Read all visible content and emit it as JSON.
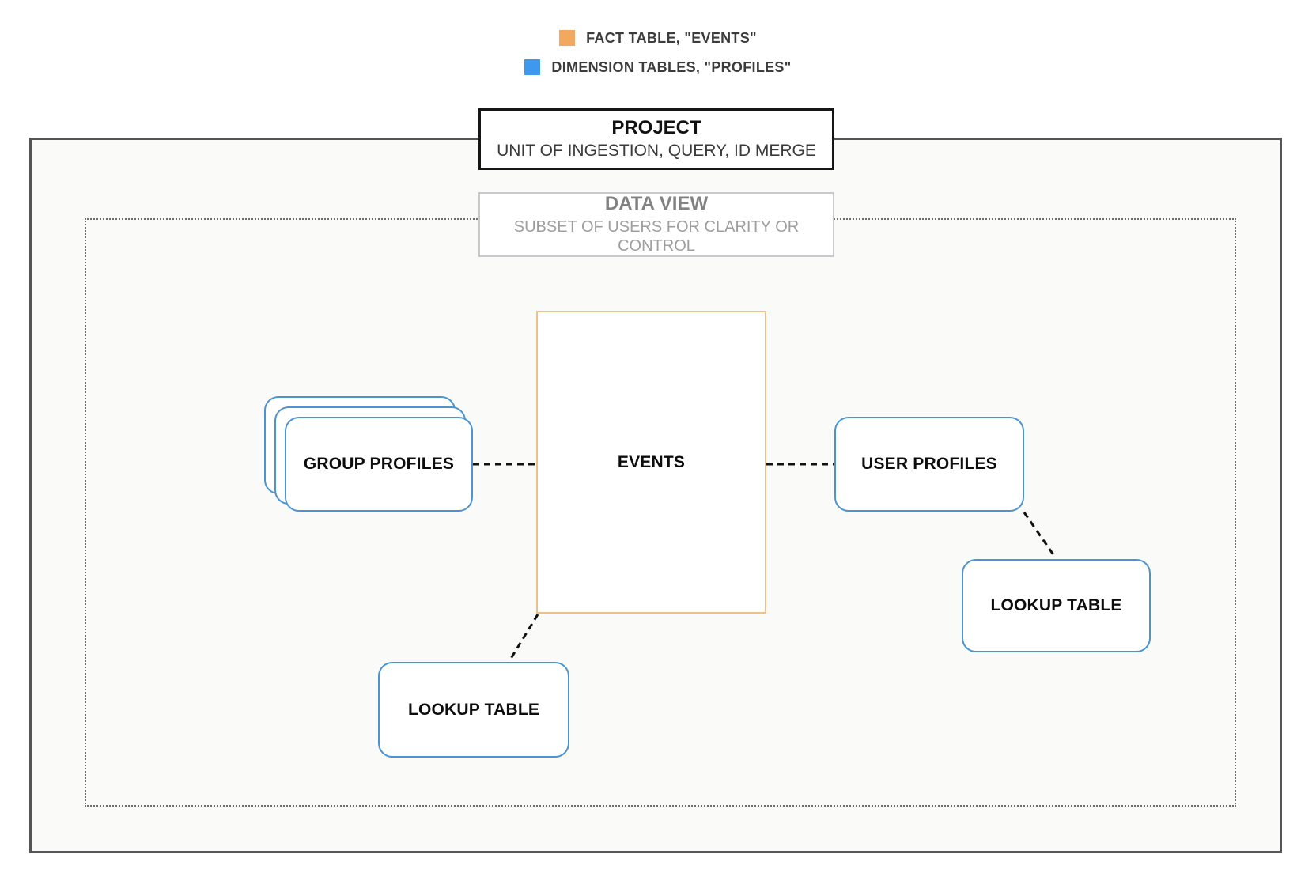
{
  "legend": {
    "items": [
      {
        "id": "fact",
        "label": "FACT TABLE, \"EVENTS\"",
        "swatch": "#F2A85E"
      },
      {
        "id": "dimension",
        "label": "DIMENSION TABLES, \"PROFILES\"",
        "swatch": "#3E99EE"
      }
    ]
  },
  "project": {
    "title": "PROJECT",
    "subtitle": "UNIT OF INGESTION, QUERY, ID MERGE"
  },
  "data_view": {
    "title": "DATA VIEW",
    "subtitle": "SUBSET OF USERS FOR CLARITY OR CONTROL"
  },
  "nodes": {
    "events": {
      "label": "EVENTS",
      "type": "fact"
    },
    "group_profiles": {
      "label": "GROUP PROFILES",
      "type": "dimension"
    },
    "user_profiles": {
      "label": "USER PROFILES",
      "type": "dimension"
    },
    "lookup_table_bottom": {
      "label": "LOOKUP TABLE",
      "type": "dimension"
    },
    "lookup_table_right": {
      "label": "LOOKUP TABLE",
      "type": "dimension"
    }
  },
  "edges": [
    {
      "from": "group_profiles",
      "to": "events",
      "style": "dashed"
    },
    {
      "from": "events",
      "to": "user_profiles",
      "style": "dashed"
    },
    {
      "from": "events",
      "to": "lookup_table_bottom",
      "style": "dashed"
    },
    {
      "from": "user_profiles",
      "to": "lookup_table_right",
      "style": "dashed"
    }
  ],
  "colors": {
    "fact_swatch": "#F2A85E",
    "dimension_swatch": "#3E99EE",
    "fact_border": "#ECC089",
    "dimension_border": "#4B93D1",
    "frame_border": "#555555",
    "dotted_border": "#6E6E6E",
    "connector": "#111111"
  }
}
